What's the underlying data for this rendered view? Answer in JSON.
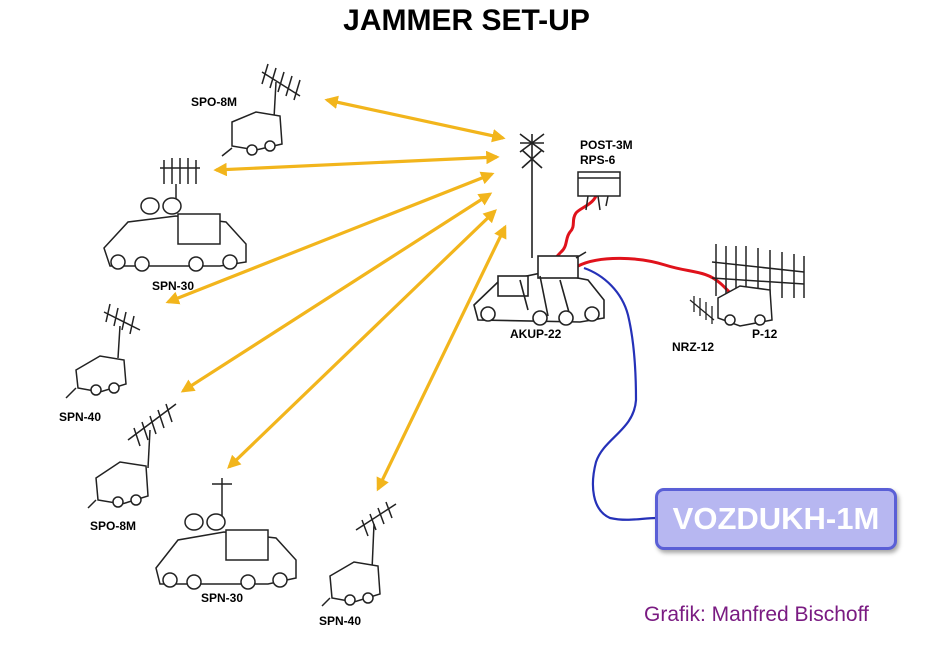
{
  "title": "JAMMER SET-UP",
  "labels": {
    "spo8m_top": "SPO-8M",
    "spn30_top": "SPN-30",
    "spn40_left": "SPN-40",
    "spo8m_bottom": "SPO-8M",
    "spn30_bottom": "SPN-30",
    "spn40_bottom": "SPN-40",
    "akup22": "AKUP-22",
    "post3m": "POST-3M",
    "rps6": "RPS-6",
    "nrz12": "NRZ-12",
    "p12": "P-12"
  },
  "vozdukh": "VOZDUKH-1M",
  "credit": "Grafik: Manfred Bischoff",
  "colors": {
    "arrow": "#f2b51c",
    "red_link": "#e0121b",
    "blue_link": "#2531b8",
    "box_fill": "#b7b7f1",
    "box_border": "#5a5fd6",
    "credit": "#7a1b82"
  },
  "icons": [
    "antenna-icon",
    "trailer-icon",
    "truck-icon",
    "radar-dish-icon",
    "shelter-icon"
  ]
}
